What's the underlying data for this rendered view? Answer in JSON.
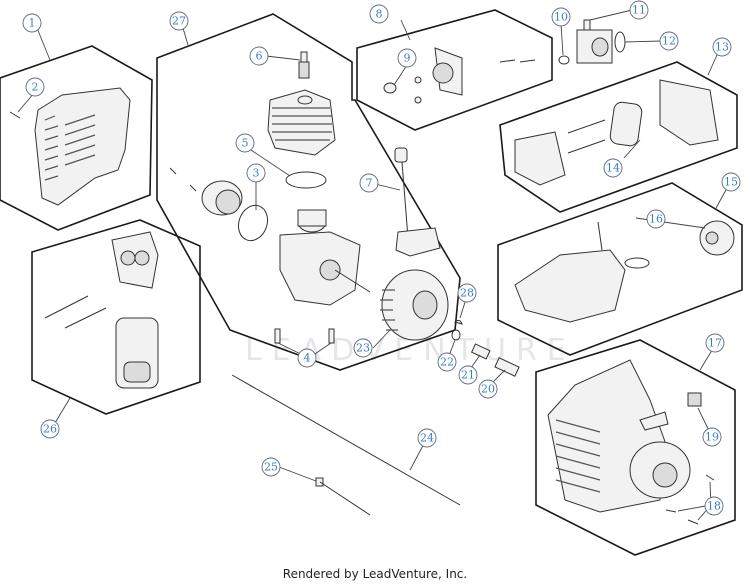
{
  "diagram": {
    "title": "Engine parts exploded view",
    "watermark": "LEADVENTURE",
    "callouts": [
      {
        "id": "1",
        "label": "1"
      },
      {
        "id": "2",
        "label": "2"
      },
      {
        "id": "3",
        "label": "3"
      },
      {
        "id": "4",
        "label": "4"
      },
      {
        "id": "5",
        "label": "5"
      },
      {
        "id": "6",
        "label": "6"
      },
      {
        "id": "7",
        "label": "7"
      },
      {
        "id": "8",
        "label": "8"
      },
      {
        "id": "9",
        "label": "9"
      },
      {
        "id": "10",
        "label": "10"
      },
      {
        "id": "11",
        "label": "11"
      },
      {
        "id": "12",
        "label": "12"
      },
      {
        "id": "13",
        "label": "13"
      },
      {
        "id": "14",
        "label": "14"
      },
      {
        "id": "15",
        "label": "15"
      },
      {
        "id": "16",
        "label": "16"
      },
      {
        "id": "17",
        "label": "17"
      },
      {
        "id": "18",
        "label": "18"
      },
      {
        "id": "19",
        "label": "19"
      },
      {
        "id": "20",
        "label": "20"
      },
      {
        "id": "21",
        "label": "21"
      },
      {
        "id": "22",
        "label": "22"
      },
      {
        "id": "23",
        "label": "23"
      },
      {
        "id": "24",
        "label": "24"
      },
      {
        "id": "25",
        "label": "25"
      },
      {
        "id": "26",
        "label": "26"
      },
      {
        "id": "27",
        "label": "27"
      },
      {
        "id": "28",
        "label": "28"
      }
    ]
  },
  "footer": {
    "text": "Rendered by LeadVenture, Inc."
  }
}
